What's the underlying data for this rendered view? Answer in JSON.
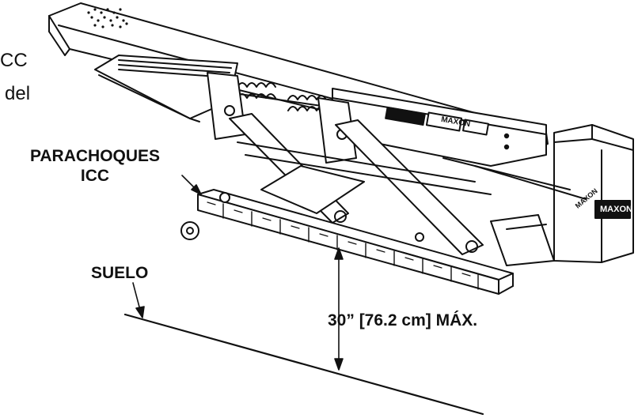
{
  "labels": {
    "bumper_line1": "PARACHOQUES",
    "bumper_line2": "ICC",
    "ground": "SUELO",
    "max_height": "30” [76.2 cm] MÁX."
  },
  "cut_text": {
    "line1": "CC",
    "line2": "del"
  },
  "brand_marks": [
    "MAXON",
    "MAXON",
    "MAXON"
  ]
}
